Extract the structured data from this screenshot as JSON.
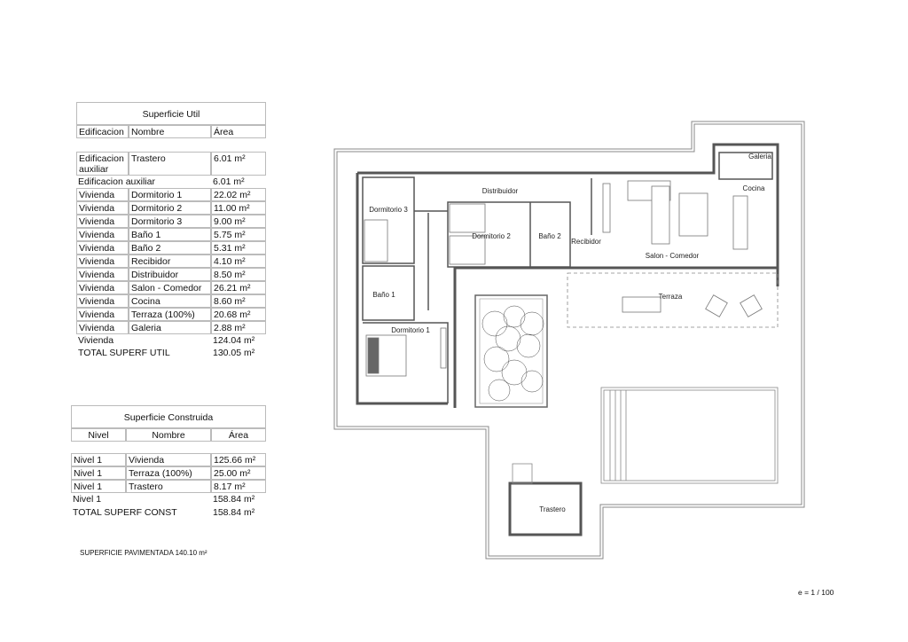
{
  "superficie_util": {
    "title": "Superficie Util",
    "headers": [
      "Edificacion",
      "Nombre",
      "Área"
    ],
    "aux_row": {
      "edificacion": "Edificacion auxiliar",
      "nombre": "Trastero",
      "area": "6.01 m²"
    },
    "aux_subtotal": {
      "label": "Edificacion auxiliar",
      "area": "6.01 m²"
    },
    "rows": [
      {
        "edificacion": "Vivienda",
        "nombre": "Dormitorio 1",
        "area": "22.02 m²"
      },
      {
        "edificacion": "Vivienda",
        "nombre": "Dormitorio 2",
        "area": "11.00 m²"
      },
      {
        "edificacion": "Vivienda",
        "nombre": "Dormitorio 3",
        "area": "9.00 m²"
      },
      {
        "edificacion": "Vivienda",
        "nombre": "Baño 1",
        "area": "5.75 m²"
      },
      {
        "edificacion": "Vivienda",
        "nombre": "Baño 2",
        "area": "5.31 m²"
      },
      {
        "edificacion": "Vivienda",
        "nombre": "Recibidor",
        "area": "4.10 m²"
      },
      {
        "edificacion": "Vivienda",
        "nombre": "Distribuidor",
        "area": "8.50 m²"
      },
      {
        "edificacion": "Vivienda",
        "nombre": "Salon - Comedor",
        "area": "26.21 m²"
      },
      {
        "edificacion": "Vivienda",
        "nombre": "Cocina",
        "area": "8.60 m²"
      },
      {
        "edificacion": "Vivienda",
        "nombre": "Terraza (100%)",
        "area": "20.68 m²"
      },
      {
        "edificacion": "Vivienda",
        "nombre": "Galeria",
        "area": "2.88 m²"
      }
    ],
    "vivienda_subtotal": {
      "label": "Vivienda",
      "area": "124.04 m²"
    },
    "total": {
      "label": "TOTAL SUPERF UTIL",
      "area": "130.05 m²"
    }
  },
  "superficie_construida": {
    "title": "Superficie Construida",
    "headers": [
      "Nivel",
      "Nombre",
      "Área"
    ],
    "rows": [
      {
        "nivel": "Nivel 1",
        "nombre": "Vivienda",
        "area": "125.66 m²"
      },
      {
        "nivel": "Nivel 1",
        "nombre": "Terraza (100%)",
        "area": "25.00 m²"
      },
      {
        "nivel": "Nivel 1",
        "nombre": "Trastero",
        "area": "8.17 m²"
      }
    ],
    "subtotal": {
      "label": "Nivel 1",
      "area": "158.84 m²"
    },
    "total": {
      "label": "TOTAL SUPERF CONST",
      "area": "158.84 m²"
    }
  },
  "superficie_pavimentada": "SUPERFICIE PAVIMENTADA 140.10 m²",
  "scale": "e = 1 / 100",
  "rooms": {
    "distribuidor": "Distribuidor",
    "dormitorio3": "Dormitorio 3",
    "dormitorio2": "Dormitorio 2",
    "bano2": "Baño 2",
    "recibidor": "Recibidor",
    "salon": "Salon - Comedor",
    "cocina": "Cocina",
    "galeria": "Galeria",
    "terraza": "Terraza",
    "bano1": "Baño 1",
    "dormitorio1": "Dormitorio 1",
    "trastero": "Trastero"
  }
}
